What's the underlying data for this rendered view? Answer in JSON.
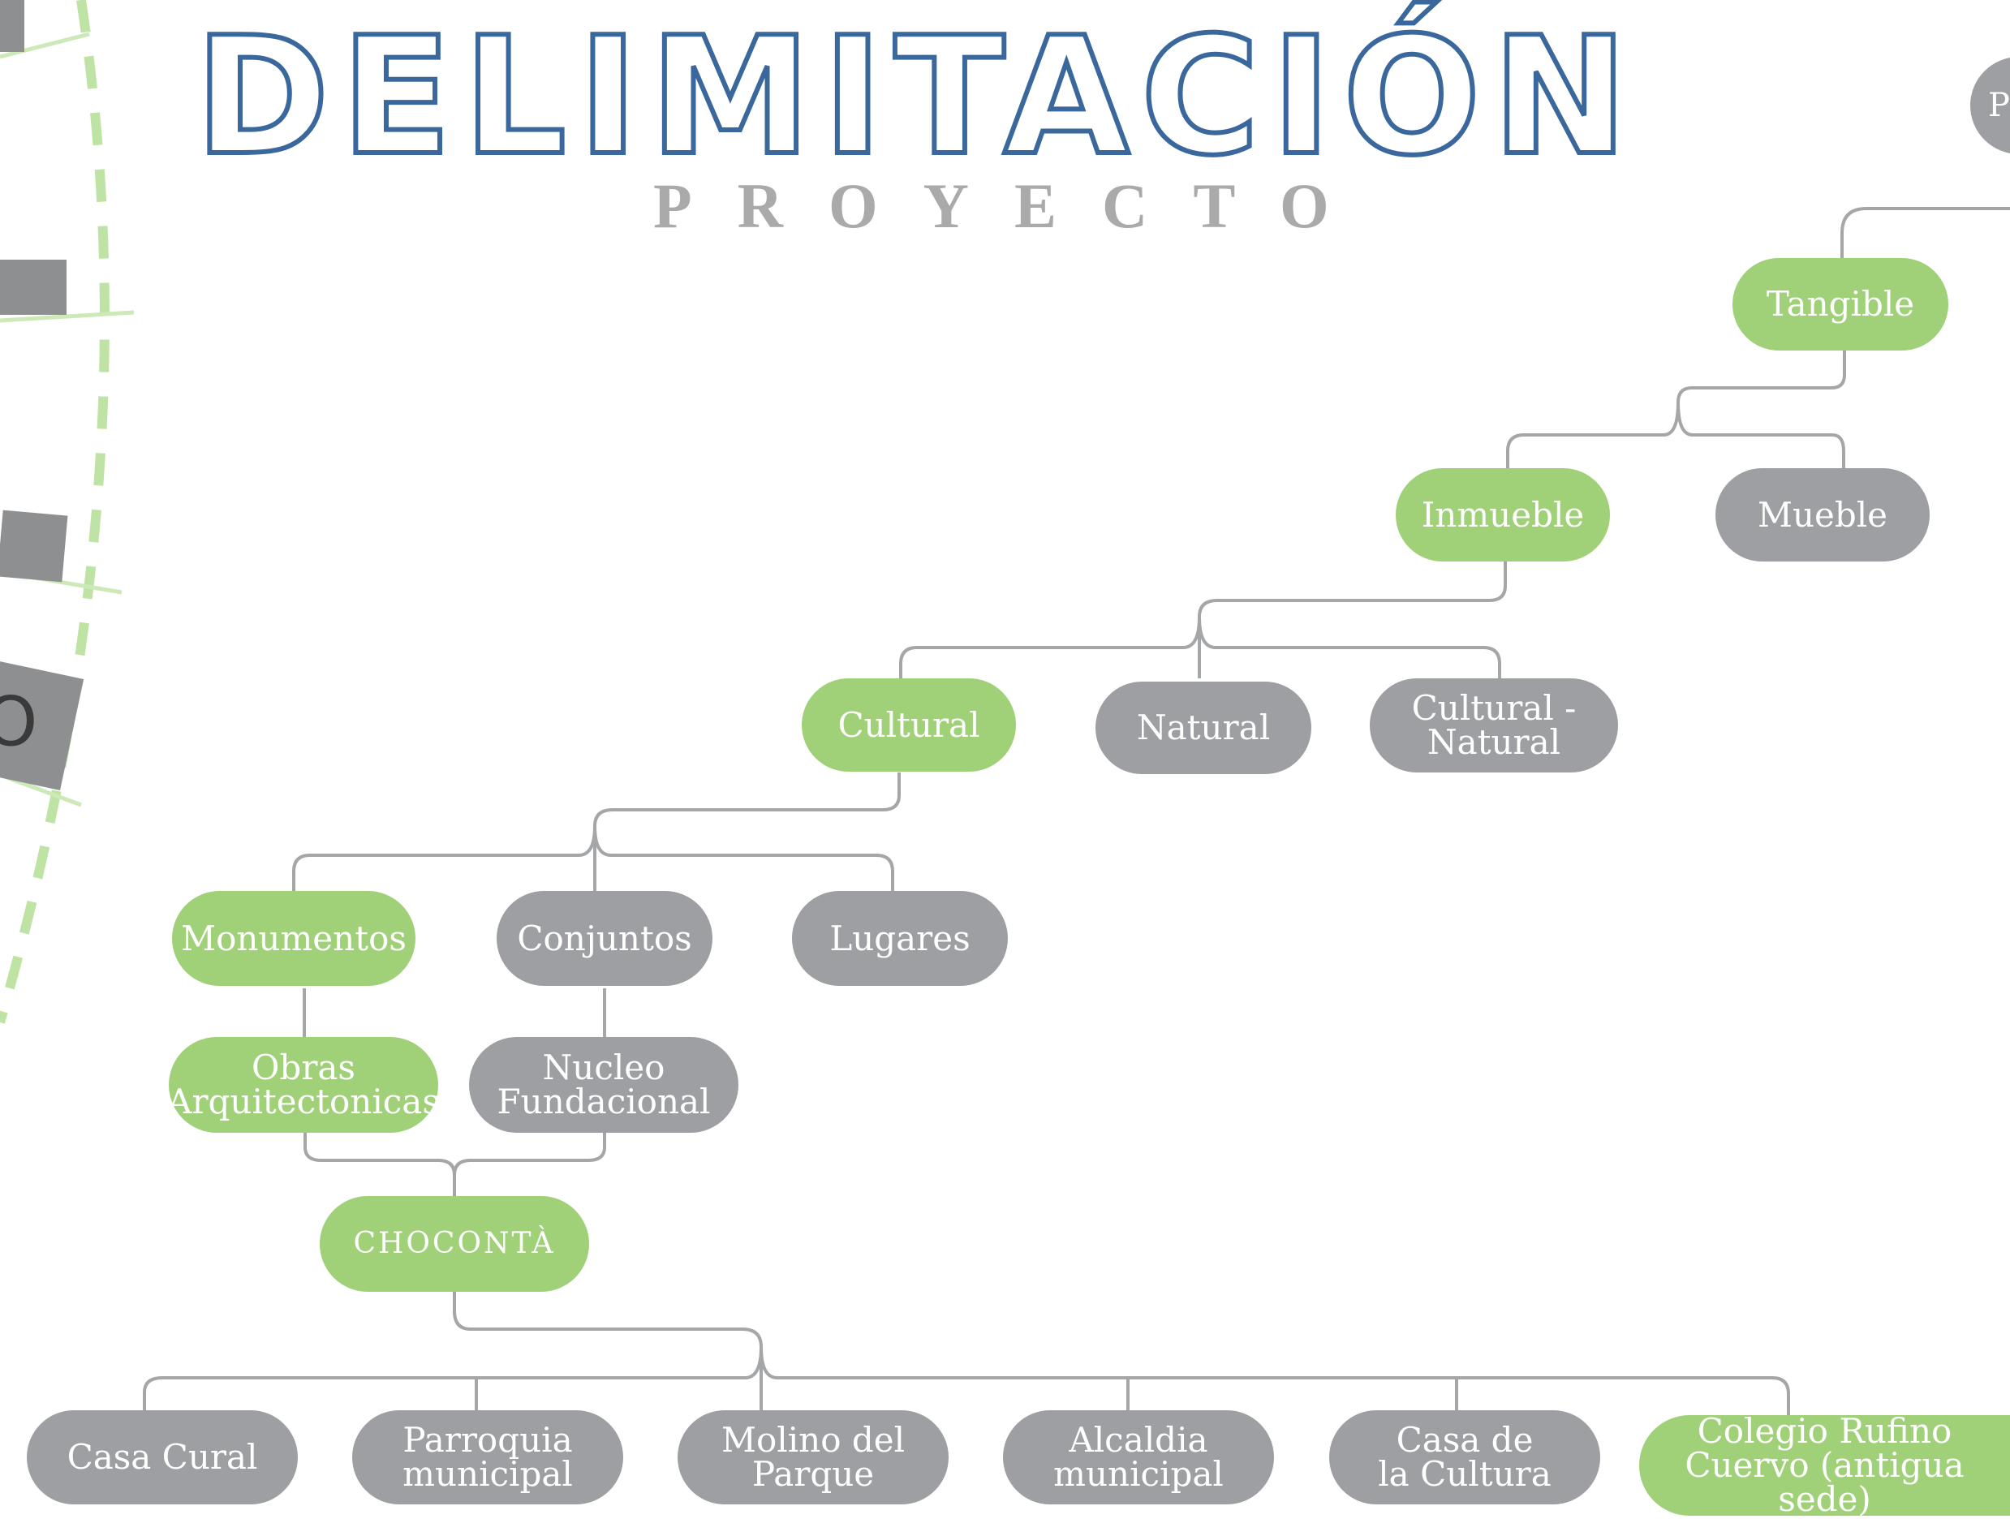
{
  "header": {
    "title": "DELIMITACIÓN",
    "subtitle": "PROYECTO"
  },
  "top_right_partial": "P",
  "left_partial": "O",
  "colors": {
    "green": "#a0d179",
    "gray": "#9d9fa2",
    "title_stroke": "#3a679c",
    "subtitle": "#aaaaaa",
    "connector": "#a4a6a8",
    "dash": "#bfe3a5"
  },
  "nodes": {
    "tangible": "Tangible",
    "inmueble": "Inmueble",
    "mueble": "Mueble",
    "cultural": "Cultural",
    "natural": "Natural",
    "cultural_natural": "Cultural -\nNatural",
    "monumentos": "Monumentos",
    "conjuntos": "Conjuntos",
    "lugares": "Lugares",
    "obras": "Obras\nArquitectonicas",
    "nucleo": "Nucleo\nFundacional",
    "choconta": "CHOCONTÀ",
    "casa_cural": "Casa Cural",
    "parroquia": "Parroquia\nmunicipal",
    "molino": "Molino del\nParque",
    "alcaldia": "Alcaldia\nmunicipal",
    "casa_cultura": "Casa de\nla Cultura",
    "colegio": "Colegio Rufino\nCuervo (antigua sede)"
  }
}
